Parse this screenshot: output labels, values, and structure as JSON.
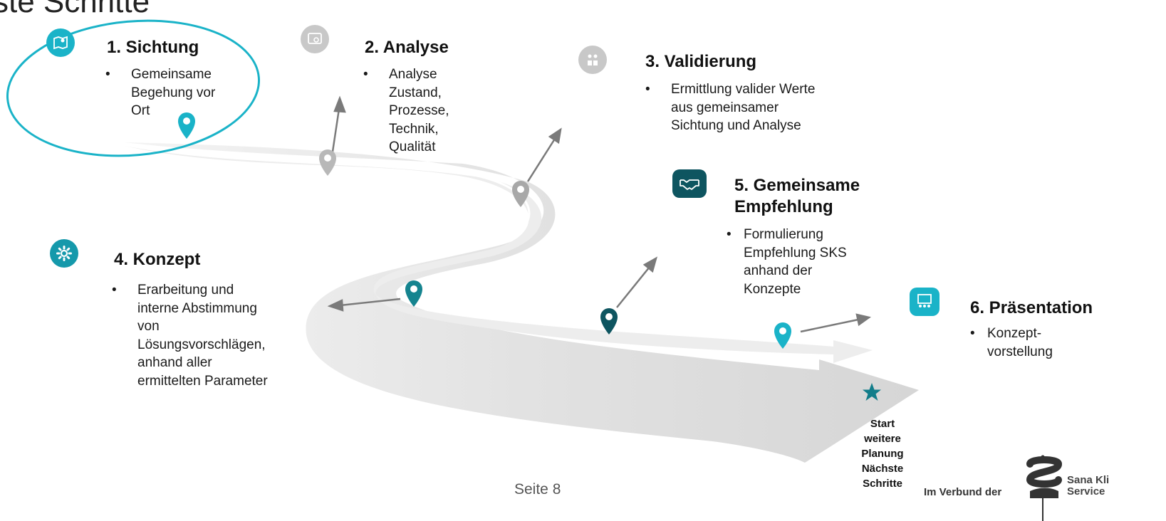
{
  "header": {
    "title_fragment": "ste Schritte"
  },
  "steps": [
    {
      "title": "1. Sichtung",
      "bullets": [
        "Gemeinsame",
        "Begehung vor",
        "Ort"
      ],
      "icon": "map-icon"
    },
    {
      "title": "2. Analyse",
      "bullets": [
        "Analyse",
        "Zustand,",
        "Prozesse,",
        "Technik,",
        "Qualität"
      ],
      "icon": "analysis-icon"
    },
    {
      "title": "3. Validierung",
      "bullets": [
        "Ermittlung valider Werte",
        "aus gemeinsamer",
        "Sichtung und Analyse"
      ],
      "icon": "team-icon"
    },
    {
      "title": "4. Konzept",
      "bullets": [
        "Erarbeitung und",
        "interne Abstimmung",
        "von",
        "Lösungsvorschlägen,",
        "anhand aller",
        "ermittelten Parameter"
      ],
      "icon": "gear-icon"
    },
    {
      "title_line1": "5. Gemeinsame",
      "title_line2": "Empfehlung",
      "bullets": [
        "Formulierung",
        "Empfehlung SKS",
        "anhand der",
        "Konzepte"
      ],
      "icon": "handshake-icon"
    },
    {
      "title": "6. Präsentation",
      "bullets": [
        "Konzept-",
        "vorstellung"
      ],
      "icon": "presentation-icon"
    }
  ],
  "bullet_symbol": "•",
  "finish": {
    "lines": [
      "Start",
      "weitere",
      "Planung",
      "Nächste",
      "Schritte"
    ],
    "icon": "star-icon"
  },
  "footer": {
    "page_label": "Seite 8",
    "verbund": "Im Verbund der",
    "brand_line1": "Sana Kli",
    "brand_line2": "Service"
  },
  "colors": {
    "teal": "#1ab3c8",
    "dark_teal": "#0e5560",
    "gray_icon": "#c8c8c8",
    "arrow": "#7a7a7a",
    "road": "#e4e4e4"
  }
}
